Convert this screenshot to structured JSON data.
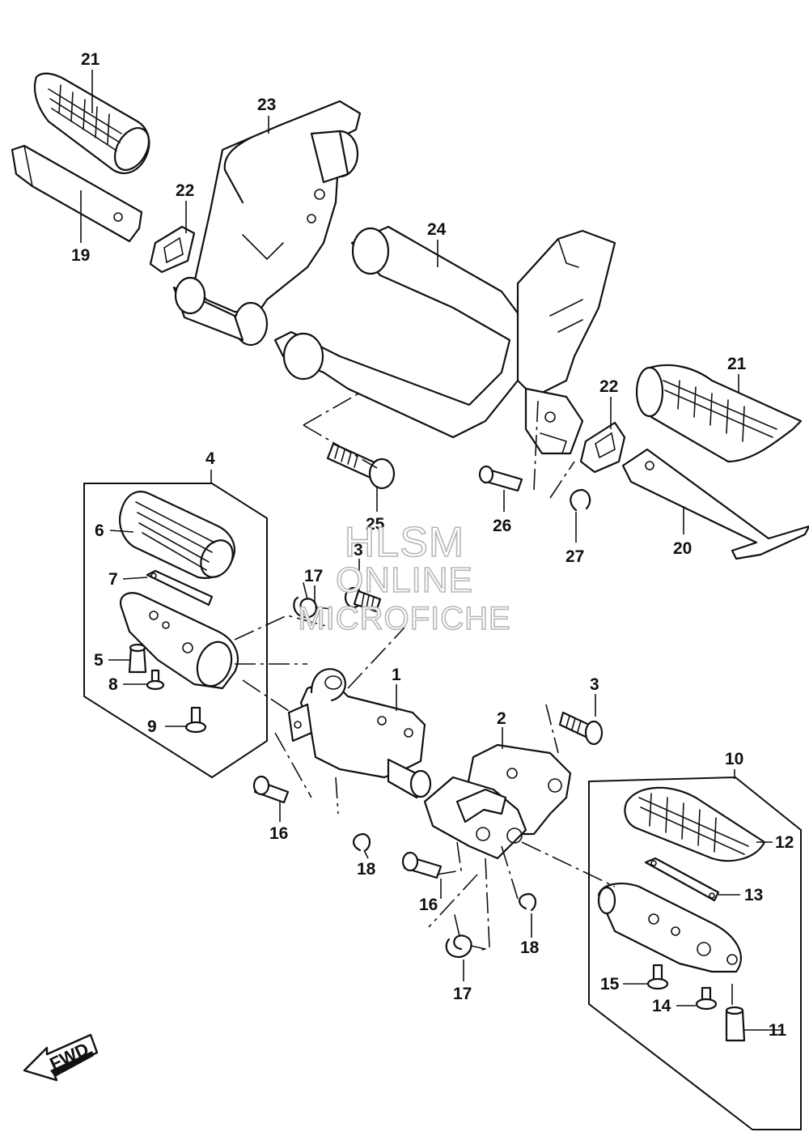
{
  "watermark": {
    "line1": "HLSM",
    "line2": "ONLINE",
    "line3": "MICROFICHE"
  },
  "callouts": {
    "c1": "1",
    "c2": "2",
    "c3a": "3",
    "c3b": "3",
    "c4": "4",
    "c5": "5",
    "c6": "6",
    "c7": "7",
    "c8": "8",
    "c9": "9",
    "c10": "10",
    "c11": "11",
    "c12": "12",
    "c13": "13",
    "c14": "14",
    "c15": "15",
    "c16a": "16",
    "c16b": "16",
    "c17a": "17",
    "c17b": "17",
    "c18a": "18",
    "c18b": "18",
    "c19": "19",
    "c20": "20",
    "c21a": "21",
    "c21b": "21",
    "c22a": "22",
    "c22b": "22",
    "c23": "23",
    "c24": "24",
    "c25": "25",
    "c26": "26",
    "c27": "27"
  },
  "direction_badge": {
    "label": "FWD"
  }
}
